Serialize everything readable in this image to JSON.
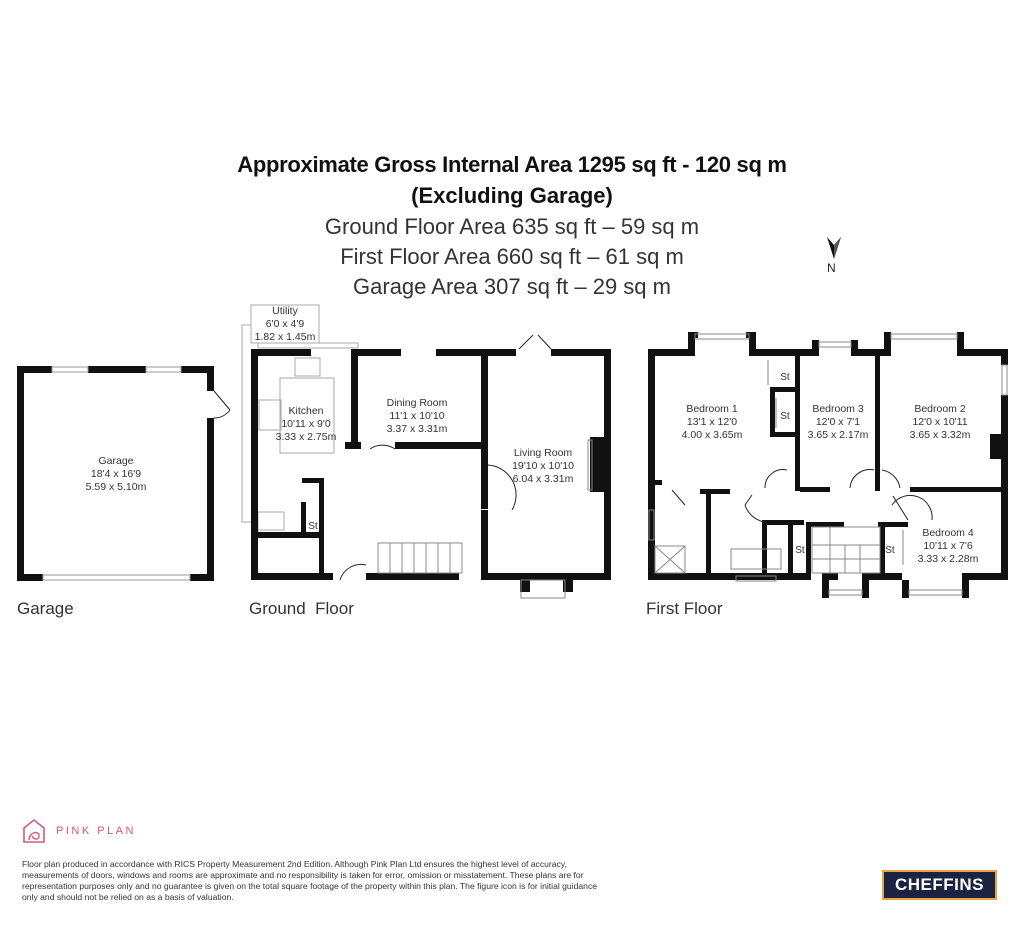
{
  "header": {
    "title_line1": "Approximate Gross Internal Area 1295 sq ft - 120 sq m",
    "title_line2": "(Excluding Garage)",
    "ground_floor_area": "Ground Floor Area 635 sq ft – 59 sq m",
    "first_floor_area": "First Floor Area 660 sq ft – 61 sq m",
    "garage_area": "Garage Area 307 sq ft – 29 sq m"
  },
  "compass": {
    "icon": "north-arrow-icon",
    "label": "N"
  },
  "floors": {
    "garage": {
      "label": "Garage",
      "rooms": [
        {
          "name": "Garage",
          "imperial": "18'4 x 16'9",
          "metric": "5.59 x 5.10m"
        }
      ]
    },
    "ground": {
      "label": "Ground  Floor",
      "rooms": [
        {
          "name": "Utility",
          "imperial": "6'0 x 4'9",
          "metric": "1.82 x 1.45m"
        },
        {
          "name": "Kitchen",
          "imperial": "10'11 x 9'0",
          "metric": "3.33 x 2.75m"
        },
        {
          "name": "Dining Room",
          "imperial": "11'1 x 10'10",
          "metric": "3.37 x 3.31m"
        },
        {
          "name": "Living Room",
          "imperial": "19'10 x 10'10",
          "metric": "6.04 x 3.31m"
        }
      ],
      "storage_label": "St"
    },
    "first": {
      "label": "First Floor",
      "rooms": [
        {
          "name": "Bedroom 1",
          "imperial": "13'1 x 12'0",
          "metric": "4.00 x 3.65m"
        },
        {
          "name": "Bedroom 3",
          "imperial": "12'0 x 7'1",
          "metric": "3.65 x 2.17m"
        },
        {
          "name": "Bedroom 2",
          "imperial": "12'0 x 10'11",
          "metric": "3.65 x 3.32m"
        },
        {
          "name": "Bedroom 4",
          "imperial": "10'11 x 7'6",
          "metric": "3.33 x 2.28m"
        }
      ],
      "storage_label": "St"
    }
  },
  "footer": {
    "brand": "PINK PLAN",
    "brand_color": "#d9567f",
    "disclaimer": "Floor plan produced in accordance with RICS Property Measurement 2nd Edition. Although Pink Plan Ltd ensures the highest level of accuracy, measurements of doors, windows and rooms are approximate and no responsibility is taken for error, omission or misstatement. These plans are for representation purposes only and no guarantee is given on the total square footage of the property within this plan. The figure icon is for initial guidance only and should not be relied on as a basis of valuation.",
    "agent_logo": "CHEFFINS",
    "agent_colors": {
      "background": "#1b2340",
      "border": "#e8a24a"
    }
  }
}
